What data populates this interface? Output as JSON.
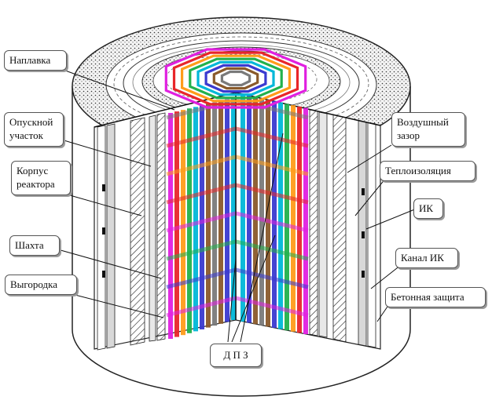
{
  "labels": {
    "naplavka": "Наплавка",
    "opusknoy": "Опускной\nучасток",
    "korpus": "Корпус\nреактора",
    "shakhta": "Шахта",
    "vygorodka": "Выгородка",
    "vozdushny": "Воздушный\nзазор",
    "teploizolyatsiya": "Теплоизоляция",
    "ik": "ИК",
    "kanal_ik": "Канал ИК",
    "betonnaya": "Бетонная защита",
    "dpz": "Д П З"
  },
  "core_colors": [
    "#e020e0",
    "#e8262a",
    "#ff9c1a",
    "#22b14c",
    "#00b7d8",
    "#3a3ad0",
    "#8a5a2b",
    "#7a7a7a"
  ]
}
